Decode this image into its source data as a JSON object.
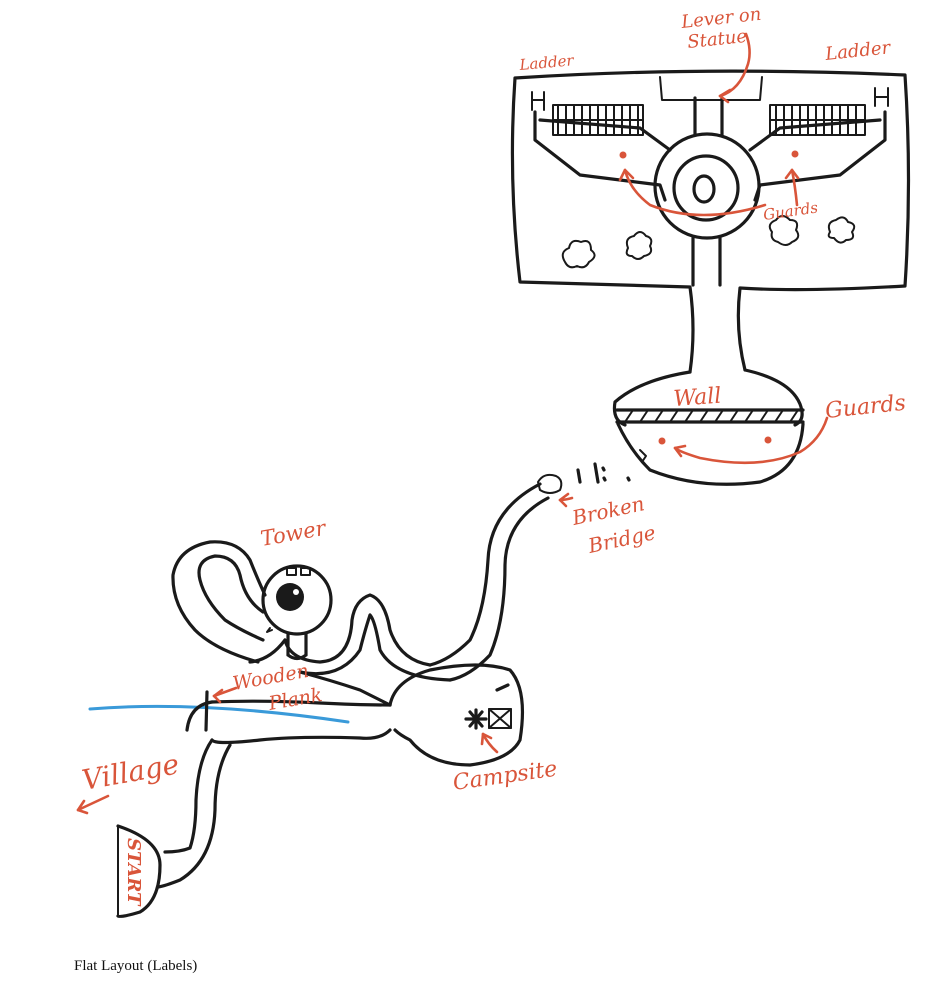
{
  "caption": "Flat Layout (Labels)",
  "labels": {
    "lever": [
      "Lever on",
      "Statue"
    ],
    "ladder_left": "Ladder",
    "ladder_right": "Ladder",
    "guards_upper": "Guards",
    "wall": "Wall",
    "guards_lower": "Guards",
    "broken_bridge": [
      "Broken",
      "Bridge"
    ],
    "tower": "Tower",
    "wooden_plank": [
      "Wooden",
      "Plank"
    ],
    "village": "Village",
    "campsite": "Campsite",
    "start": "START"
  },
  "colors": {
    "ink": "#1a1a1a",
    "label": "#d9553a",
    "river": "#3a9ad9"
  }
}
